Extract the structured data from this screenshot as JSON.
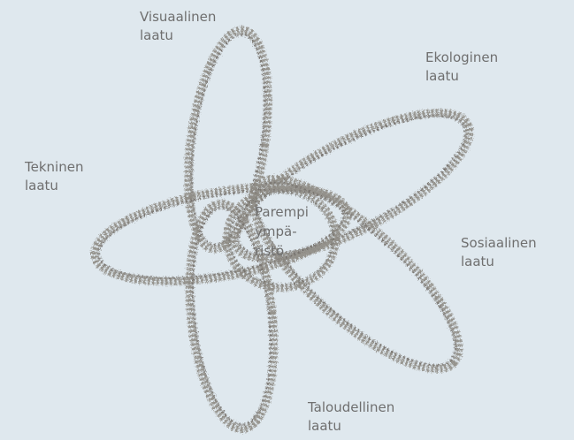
{
  "diagram": {
    "center_lines": [
      "Parempi",
      "ympä-",
      "ristö"
    ],
    "petals": [
      {
        "id": "visuaalinen",
        "lines": [
          "Visuaalinen",
          "laatu"
        ]
      },
      {
        "id": "ekologinen",
        "lines": [
          "Ekologinen",
          "laatu"
        ]
      },
      {
        "id": "tekninen",
        "lines": [
          "Tekninen",
          "laatu"
        ]
      },
      {
        "id": "sosiaalinen",
        "lines": [
          "Sosiaalinen",
          "laatu"
        ]
      },
      {
        "id": "taloudellinen",
        "lines": [
          "Taloudellinen",
          "laatu"
        ]
      }
    ],
    "colors": {
      "background": "#dfe8ee",
      "stroke": "#8e8b84",
      "stroke_dark": "#6f6c66",
      "text": "#6f6f6f"
    }
  }
}
